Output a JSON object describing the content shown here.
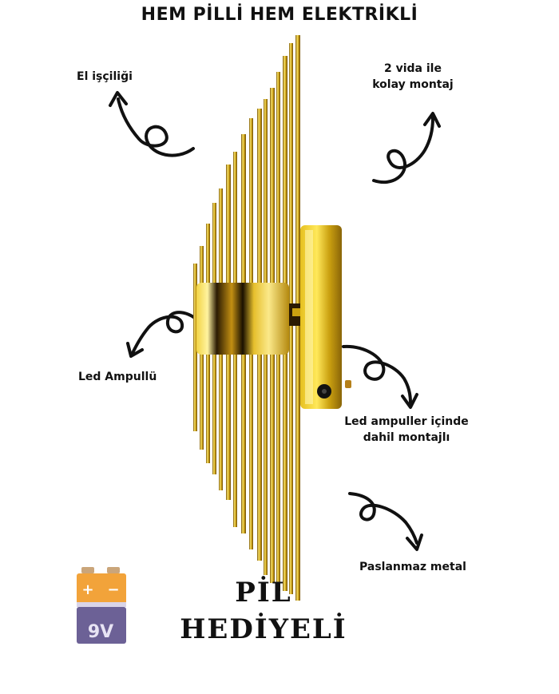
{
  "headline": "HEM PİLLİ HEM ELEKTRİKLİ",
  "callouts": {
    "handmade": "El işçiliği",
    "mount_line1": "2 vida ile",
    "mount_line2": "kolay montaj",
    "led": "Led Ampullü",
    "led_inside_line1": "Led ampuller içinde",
    "led_inside_line2": "dahil montajlı",
    "stainless": "Paslanmaz metal"
  },
  "gift": {
    "line1": "PİL",
    "line2": "HEDİYELİ"
  },
  "battery": {
    "label": "9V",
    "plus": "+",
    "minus": "−"
  },
  "colors": {
    "gold_light": "#f7e36a",
    "gold_mid": "#d4a81a",
    "gold_dark": "#6b4a05",
    "battery_orange": "#f2a33a",
    "battery_purple": "#6c6196"
  },
  "icons": [
    "curly-arrow-icon",
    "wall-lamp-image",
    "battery-9v-icon"
  ]
}
